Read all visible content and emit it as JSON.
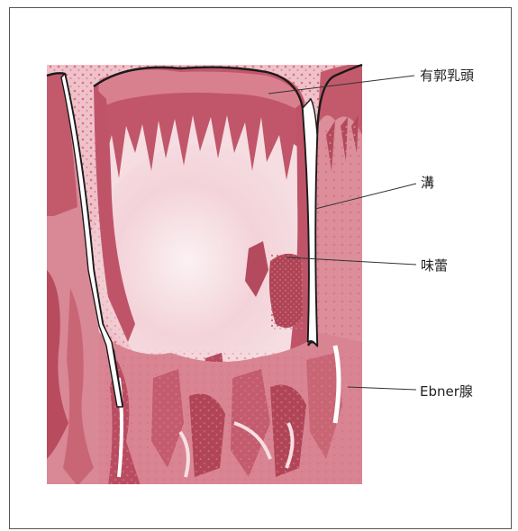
{
  "labels": {
    "papilla": "有郭乳頭",
    "furrow": "溝",
    "taste_bud": "味蕾",
    "ebner": "Ebner腺"
  },
  "colors": {
    "tissue_dark": "#b5495c",
    "tissue_mid": "#d37a89",
    "tissue_light": "#f2c9cf",
    "tissue_pale": "#f7e6ea",
    "outline": "#1a1a1a",
    "leader": "#333333"
  }
}
